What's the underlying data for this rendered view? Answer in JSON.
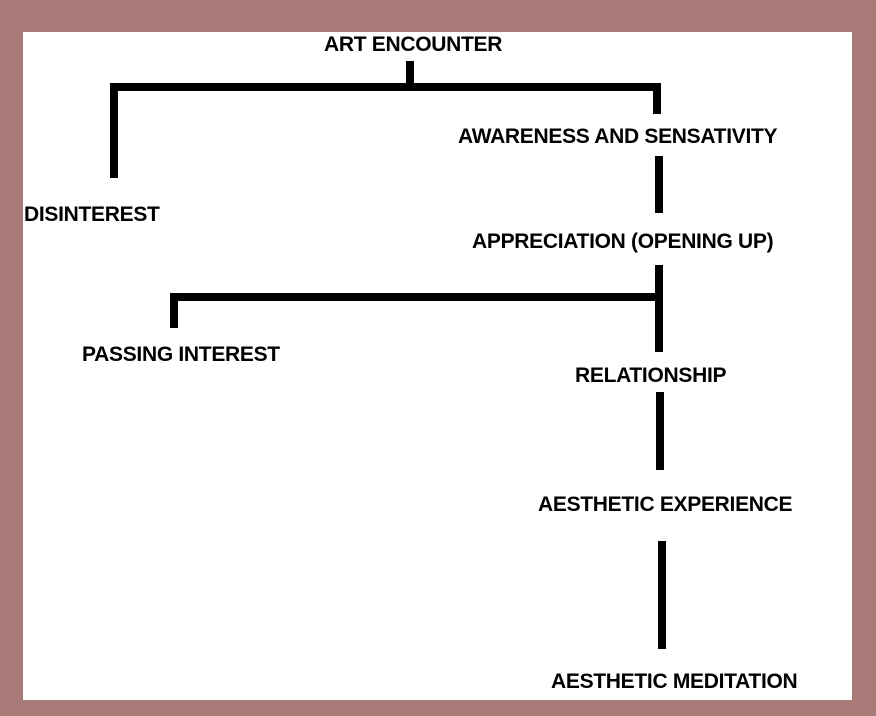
{
  "diagram": {
    "nodes": {
      "art_encounter": "ART ENCOUNTER",
      "awareness": "AWARENESS AND SENSATIVITY",
      "disinterest": "DISINTEREST",
      "appreciation": "APPRECIATION (OPENING UP)",
      "passing_interest": "PASSING INTEREST",
      "relationship": "RELATIONSHIP",
      "aesthetic_experience": "AESTHETIC EXPERIENCE",
      "aesthetic_meditation": "AESTHETIC MEDITATION"
    },
    "edges": [
      [
        "art_encounter",
        "disinterest"
      ],
      [
        "art_encounter",
        "awareness"
      ],
      [
        "awareness",
        "appreciation"
      ],
      [
        "appreciation",
        "passing_interest"
      ],
      [
        "appreciation",
        "relationship"
      ],
      [
        "relationship",
        "aesthetic_experience"
      ],
      [
        "aesthetic_experience",
        "aesthetic_meditation"
      ]
    ],
    "colors": {
      "frame": "#a97b78",
      "background": "#ffffff",
      "ink": "#000000"
    }
  }
}
